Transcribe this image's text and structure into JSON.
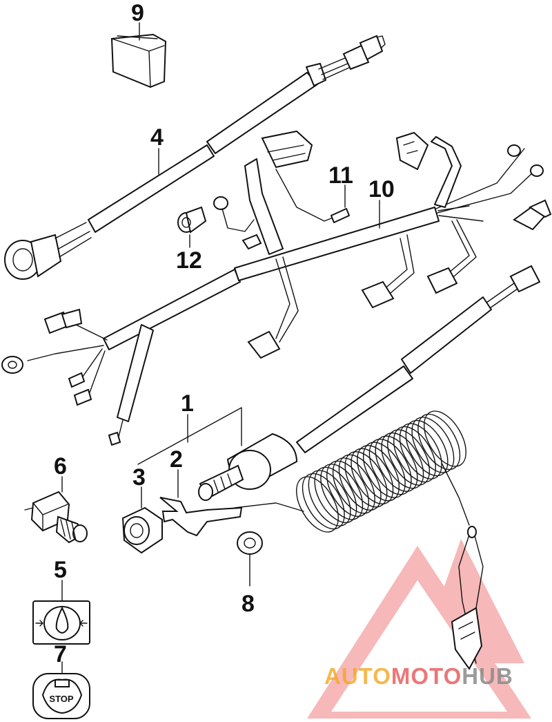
{
  "diagram": {
    "part_numbers": [
      "1",
      "2",
      "3",
      "4",
      "5",
      "6",
      "7",
      "8",
      "9",
      "10",
      "11",
      "12"
    ]
  },
  "icons": {
    "oil_pressure_label": "oil-pressure-icon",
    "stop_label_icon": "stop-switch-icon"
  },
  "stop_label": "STOP",
  "watermark": {
    "part1": "AUTO",
    "part2": "MOTO",
    "part3": "HUB",
    "color_orange": "#f5a623",
    "color_red": "#e85555",
    "color_grey": "#8a8a8a"
  }
}
